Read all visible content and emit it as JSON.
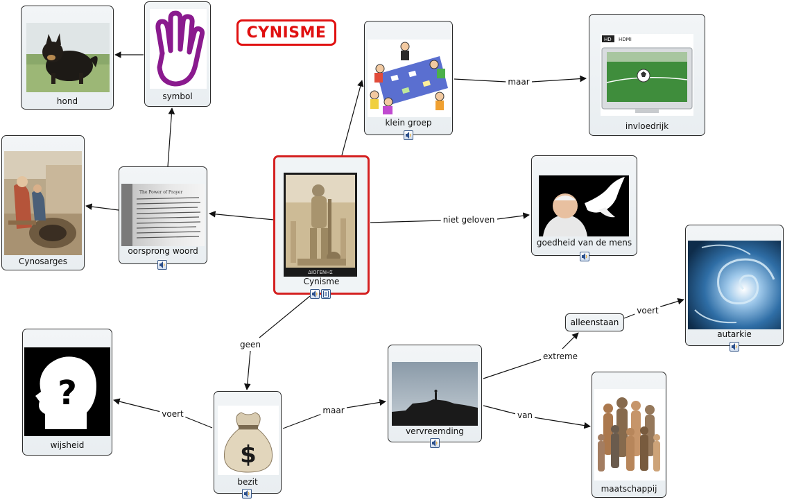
{
  "title": "CYNISME",
  "nodes": {
    "hond": "hond",
    "symbol": "symbol",
    "klein_groep": "klein groep",
    "invloedrijk": "invloedrijk",
    "cynosarges": "Cynosarges",
    "oorsprong_woord": "oorsprong woord",
    "cynisme": "Cynisme",
    "goedheid": "goedheid van de mens",
    "autarkie": "autarkie",
    "alleenstaan": "alleenstaan",
    "wijsheid": "wijsheid",
    "bezit": "bezit",
    "vervreemding": "vervreemding",
    "maatschappij": "maatschappij"
  },
  "links": {
    "maar_top": "maar",
    "niet_geloven": "niet geloven",
    "voert_autarkie": "voert",
    "extreme": "extreme",
    "geen": "geen",
    "voert_wijsheid": "voert",
    "maar_bottom": "maar",
    "van": "van"
  },
  "book_text": "The Power of Prayer",
  "statue_caption": "ΔΙΟΓΕΝΗΣ",
  "tv_brand": "HD HDMI",
  "colors": {
    "accent": "#e01010",
    "edge": "#111111",
    "node_border": "#2b2b2b"
  }
}
